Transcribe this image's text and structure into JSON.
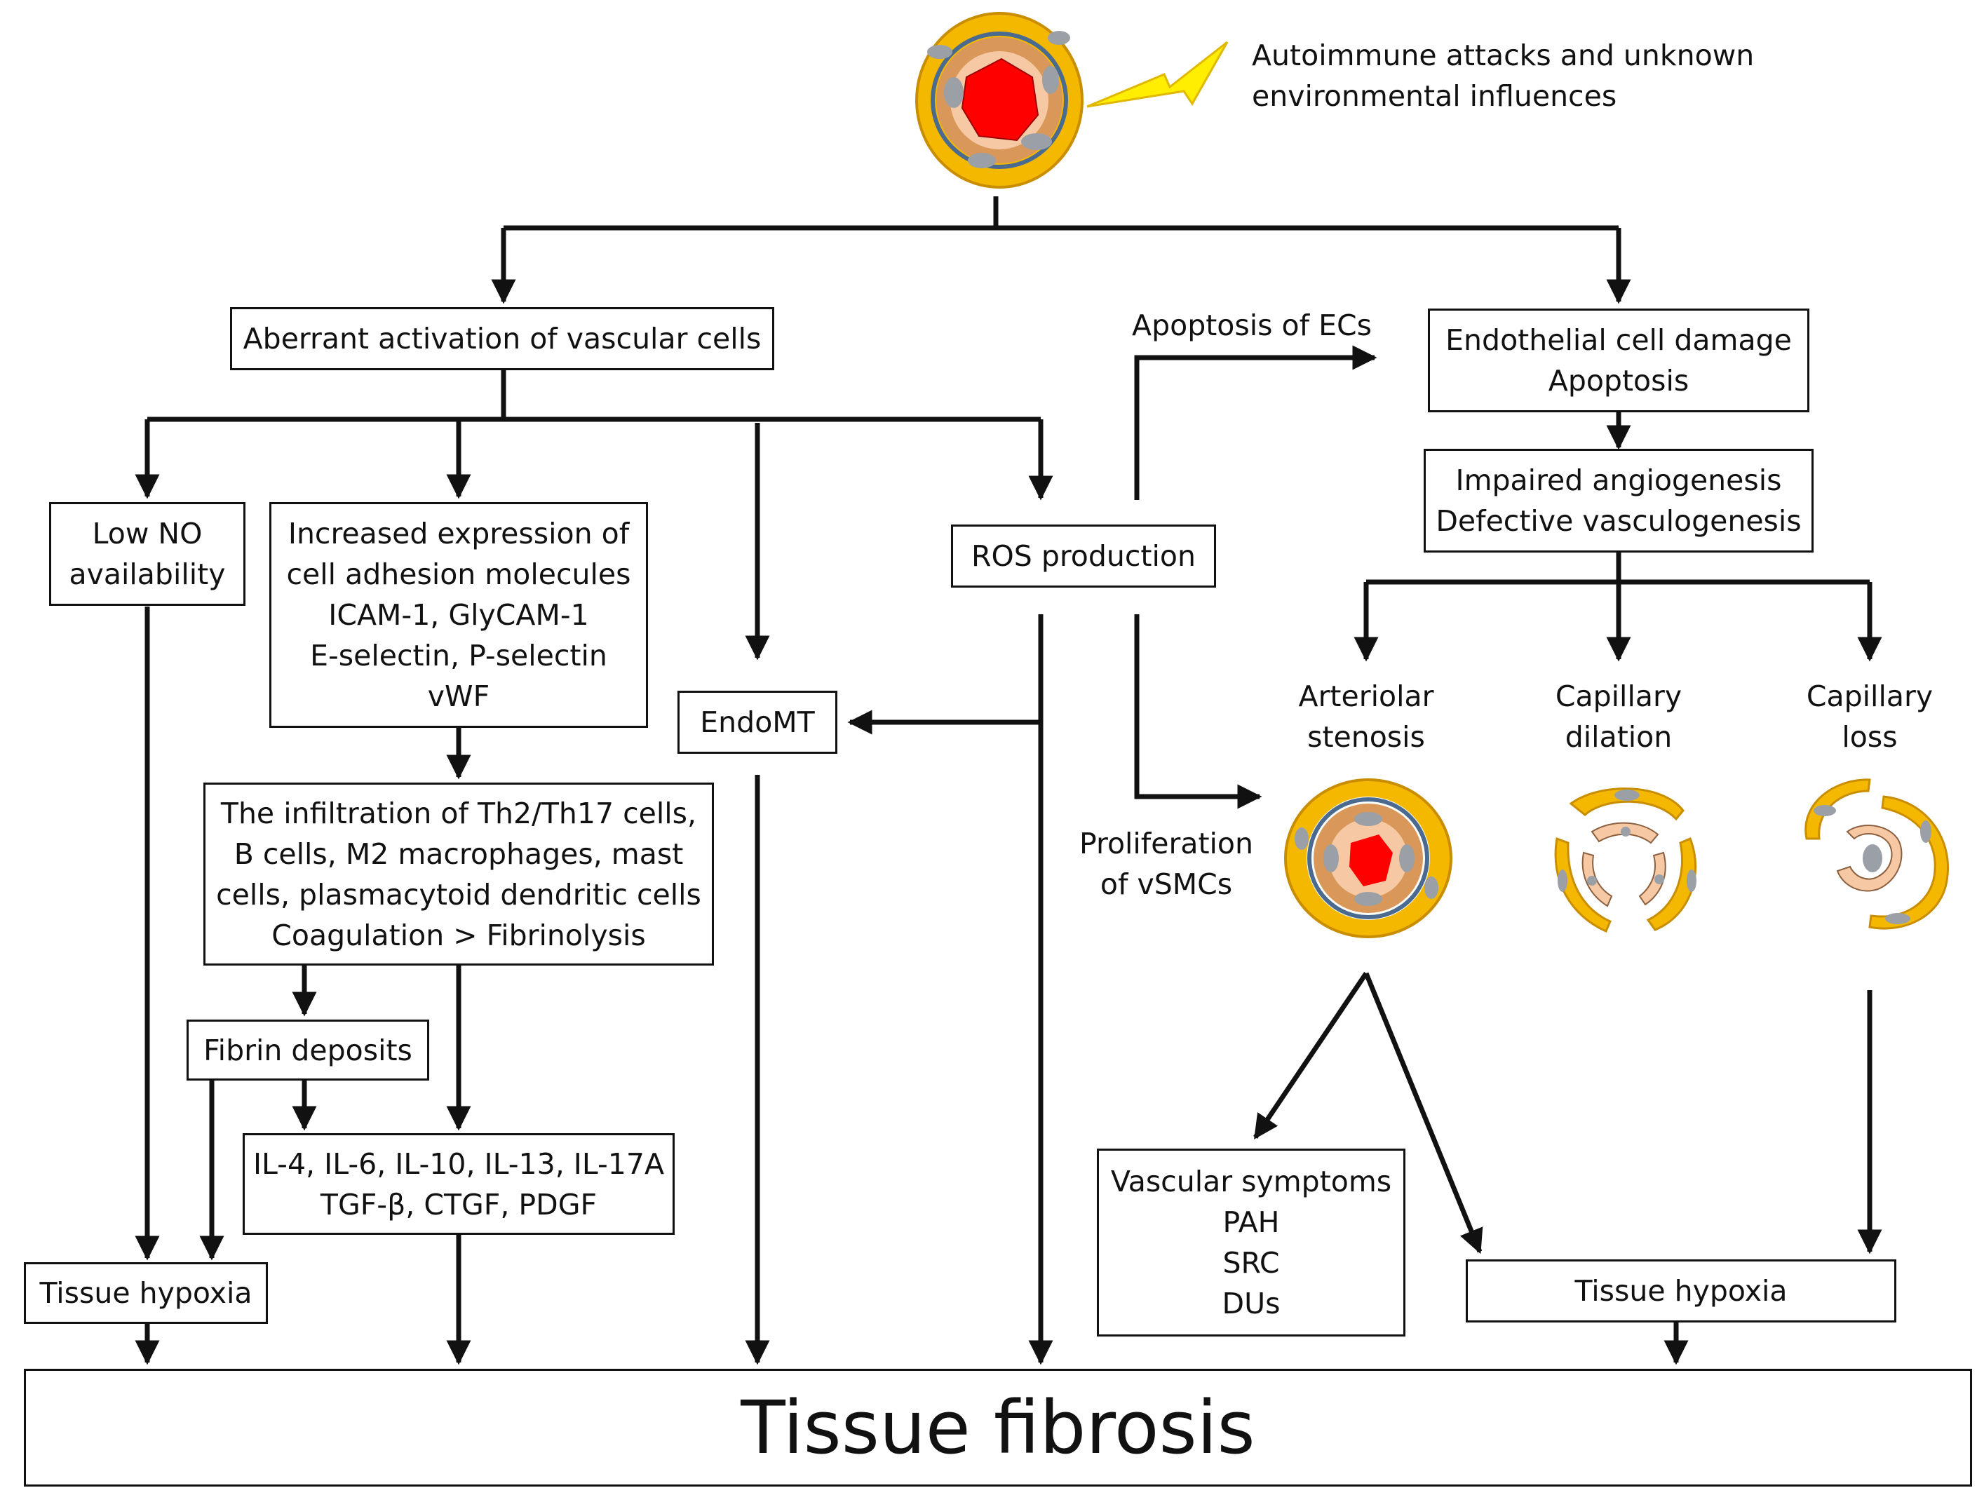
{
  "trigger": {
    "lines": [
      "Autoimmune attacks and unknown",
      "environmental influences"
    ],
    "icon": "lightning-bolt-icon",
    "bolt_color": "#ffee00"
  },
  "nodes": {
    "aberrant_activation": [
      "Aberrant activation of vascular cells"
    ],
    "endothelial_damage": [
      "Endothelial cell damage",
      "Apoptosis"
    ],
    "impaired_angiogenesis": [
      "Impaired angiogenesis",
      "Defective vasculogenesis"
    ],
    "low_no": [
      "Low NO",
      "availability"
    ],
    "adhesion_molecules": [
      "Increased expression of",
      "cell adhesion molecules",
      "ICAM-1, GlyCAM-1",
      "E-selectin, P-selectin",
      "vWF"
    ],
    "ros": [
      "ROS production"
    ],
    "endomt": [
      "EndoMT"
    ],
    "infiltration": [
      "The infiltration of Th2/Th17 cells,",
      "B cells, M2 macrophages, mast",
      "cells, plasmacytoid dendritic cells",
      "Coagulation > Fibrinolysis"
    ],
    "fibrin": [
      "Fibrin deposits"
    ],
    "interleukins": [
      "IL-4, IL-6, IL-10, IL-13, IL-17A",
      "TGF-β, CTGF, PDGF"
    ],
    "hypoxia_left": [
      "Tissue hypoxia"
    ],
    "vascular_symptoms": [
      "Vascular symptoms",
      "PAH",
      "SRC",
      "DUs"
    ],
    "hypoxia_right": [
      "Tissue hypoxia"
    ],
    "fibrosis": [
      "Tissue fibrosis"
    ]
  },
  "labels": {
    "apoptosis_ecs": [
      "Apoptosis of ECs"
    ],
    "proliferation": [
      "Proliferation",
      "of vSMCs"
    ],
    "arteriolar": [
      "Arteriolar",
      "stenosis"
    ],
    "capillary_dilation": [
      "Capillary",
      "dilation"
    ],
    "capillary_loss": [
      "Capillary",
      "loss"
    ]
  },
  "colors": {
    "pericyte": "#f5b800",
    "pericyte_outline": "#c98d00",
    "smooth_muscle": "#d9985a",
    "endothelium": "#f6c9a4",
    "lumen_blood": "#ff0000",
    "basement_membrane": "#4a6a8f",
    "nucleus": "#9aa0a6",
    "ink": "#111111"
  }
}
